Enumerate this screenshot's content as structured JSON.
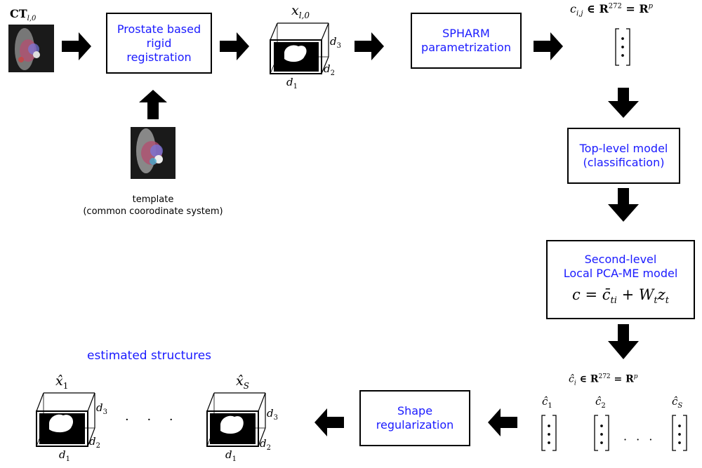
{
  "labels": {
    "ct_input": "CT",
    "ct_sub": "l,0",
    "x_l0": "x",
    "x_l0_sub": "l,0",
    "d1": "d",
    "d2": "d",
    "d3": "d",
    "d1_sub": "1",
    "d2_sub": "2",
    "d3_sub": "3",
    "c_ij_formula": "c",
    "c_ij_sub": "i,j",
    "c_ij_rest": " ∈ R",
    "c_ij_sup": "272",
    "c_ij_eq": " = R",
    "c_ij_sup2": "p",
    "chat_formula": "ĉ",
    "chat_sub": "i",
    "chat_rest": " ∈ R",
    "chat_sup": "272",
    "chat_eq": " = R",
    "chat_sup2": "p",
    "c1": "ĉ",
    "c1_sub": "1",
    "c2": "ĉ",
    "c2_sub": "2",
    "cS": "ĉ",
    "cS_sub": "S",
    "x1": "x̂",
    "x1_sub": "1",
    "xS": "x̂",
    "xS_sub": "S",
    "ellipsis": "· · ·"
  },
  "boxes": {
    "registration_line1": "Prostate based",
    "registration_line2": "rigid",
    "registration_line3": "registration",
    "spharm_line1": "SPHARM",
    "spharm_line2": "parametrization",
    "top_level_line1": "Top-level model",
    "top_level_line2": "(classification)",
    "second_level_line1": "Second-level",
    "second_level_line2": "Local PCA-ME model",
    "second_level_formula": "c = c̄",
    "second_level_formula_sub": "ti",
    "second_level_formula_rest": " + W",
    "second_level_formula_sub2": "t",
    "second_level_formula_end": "z",
    "second_level_formula_sub3": "t",
    "shape_line1": "Shape",
    "shape_line2": "regularization"
  },
  "template_caption": {
    "line1": "template",
    "line2": "(common coorodinate system)"
  },
  "estimated_title": "estimated structures",
  "colors": {
    "box_text": "#1a1aff",
    "arrow": "#000000"
  }
}
